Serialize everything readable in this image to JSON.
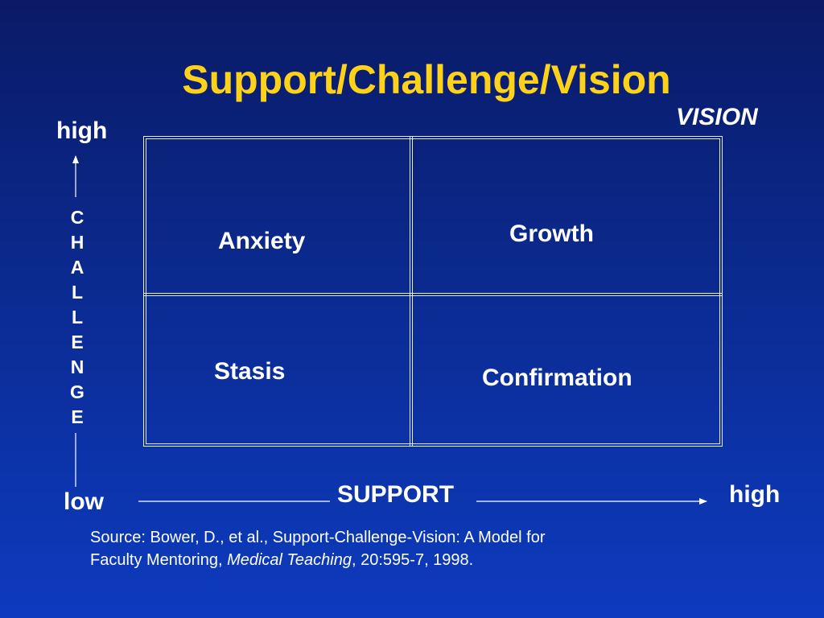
{
  "title": "Support/Challenge/Vision",
  "vision_label": "VISION",
  "axis": {
    "y_high": "high",
    "y_low": "low",
    "y_title_letters": [
      "C",
      "H",
      "A",
      "L",
      "L",
      "E",
      "N",
      "G",
      "E"
    ],
    "x_title": "SUPPORT",
    "x_high": "high"
  },
  "quadrants": {
    "top_left": "Anxiety",
    "top_right": "Growth",
    "bottom_left": "Stasis",
    "bottom_right": "Confirmation"
  },
  "source": {
    "line1": "Source: Bower, D., et al., Support-Challenge-Vision: A Model for",
    "line2_prefix": "Faculty Mentoring, ",
    "journal": "Medical Teaching",
    "line2_suffix": ", 20:595-7, 1998."
  },
  "colors": {
    "title": "#ffd21a",
    "text": "#ffffff",
    "background_top": "#0a1a66",
    "background_bottom": "#0d3bbf"
  }
}
